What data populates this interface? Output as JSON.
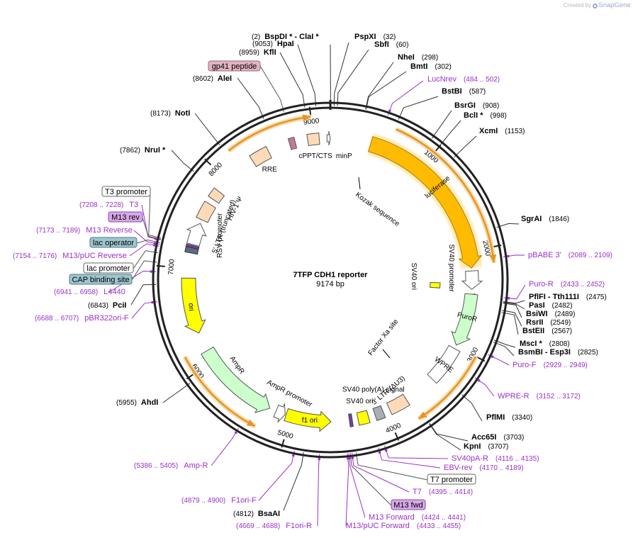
{
  "credit": {
    "prefix": "Created by",
    "brand": "SnapGene"
  },
  "plasmid": {
    "name": "7TFP CDH1 reporter",
    "length": "9174 bp"
  },
  "ticks": [
    "1000",
    "2000",
    "3000",
    "4000",
    "5000",
    "6000",
    "7000",
    "8000",
    "9000"
  ],
  "sites": [
    {
      "pos": "(2)",
      "name": "BspDI * - ClaI *"
    },
    {
      "pos": "(32)",
      "name": "PspXI"
    },
    {
      "pos": "(60)",
      "name": "SbfI"
    },
    {
      "pos": "(298)",
      "name": "NheI"
    },
    {
      "pos": "(302)",
      "name": "BmtI"
    },
    {
      "pos": "(587)",
      "name": "BstBI"
    },
    {
      "pos": "(908)",
      "name": "BsrGI"
    },
    {
      "pos": "(998)",
      "name": "BclI *"
    },
    {
      "pos": "(1153)",
      "name": "XcmI"
    },
    {
      "pos": "(1846)",
      "name": "SgrAI"
    },
    {
      "pos": "(2475)",
      "name": "PflFI - Tth111I"
    },
    {
      "pos": "(2482)",
      "name": "PasI"
    },
    {
      "pos": "(2489)",
      "name": "BsiWI"
    },
    {
      "pos": "(2549)",
      "name": "RsrII"
    },
    {
      "pos": "(2567)",
      "name": "BstEII"
    },
    {
      "pos": "(2808)",
      "name": "MscI *"
    },
    {
      "pos": "(2825)",
      "name": "BsmBI - Esp3I"
    },
    {
      "pos": "(3340)",
      "name": "PflMI"
    },
    {
      "pos": "(3703)",
      "name": "Acc65I"
    },
    {
      "pos": "(3707)",
      "name": "KpnI"
    },
    {
      "pos": "(4812)",
      "name": "BsaAI"
    },
    {
      "pos": "(5955)",
      "name": "AhdI"
    },
    {
      "pos": "(6843)",
      "name": "PciI"
    },
    {
      "pos": "(7862)",
      "name": "NruI *"
    },
    {
      "pos": "(8173)",
      "name": "NotI"
    },
    {
      "pos": "(8602)",
      "name": "AleI"
    },
    {
      "pos": "(8959)",
      "name": "KflI"
    },
    {
      "pos": "(9053)",
      "name": "HpaI"
    }
  ],
  "primers": [
    {
      "name": "LucNrev",
      "range": "(484 .. 502)"
    },
    {
      "name": "pBABE 3'",
      "range": "(2089 .. 2109)"
    },
    {
      "name": "Puro-R",
      "range": "(2433 .. 2452)"
    },
    {
      "name": "Puro-F",
      "range": "(2929 .. 2949)"
    },
    {
      "name": "WPRE-R",
      "range": "(3152 .. 3172)"
    },
    {
      "name": "SV40pA-R",
      "range": "(4116 .. 4135)"
    },
    {
      "name": "EBV-rev",
      "range": "(4170 .. 4189)"
    },
    {
      "name": "T7",
      "range": "(4395 .. 4414)"
    },
    {
      "name": "M13 Forward",
      "range": "(4424 .. 4441)"
    },
    {
      "name": "M13/pUC Forward",
      "range": "(4433 .. 4455)"
    },
    {
      "name": "F1ori-R",
      "range": "(4669 .. 4688)"
    },
    {
      "name": "F1ori-F",
      "range": "(4879 .. 4900)"
    },
    {
      "name": "Amp-R",
      "range": "(5386 .. 5405)"
    },
    {
      "name": "pBR322ori-F",
      "range": "(6688 .. 6707)"
    },
    {
      "name": "L4440",
      "range": "(6941 .. 6958)"
    },
    {
      "name": "M13/pUC Reverse",
      "range": "(7154 .. 7176)"
    },
    {
      "name": "M13 Reverse",
      "range": "(7173 .. 7189)"
    },
    {
      "name": "T3",
      "range": "(7208 .. 7228)"
    }
  ],
  "boxes": {
    "gp41": "gp41 peptide",
    "t3_promoter": "T3 promoter",
    "m13_rev": "M13 rev",
    "lac_operator": "lac operator",
    "lac_promoter": "lac promoter",
    "cap_site": "CAP binding site",
    "t7_promoter": "T7 promoter",
    "m13_fwd": "M13 fwd"
  },
  "features": {
    "rre": "RRE",
    "cppt": "cPPT/CTS",
    "minp": "minP",
    "kozak": "Kozak sequence",
    "luciferase": "luciferase",
    "sv40_promoter": "SV40 promoter",
    "sv40_ori_right": "SV40 ori",
    "puror": "PuroR",
    "factor_xa": "Factor Xa site",
    "wpre": "WPRE",
    "ltr3": "3' LTR (ΔU3)",
    "sv40_polya": "SV40 poly(A) signal",
    "sv40_ori_bottom": "SV40 ori",
    "f1_ori": "f1 ori",
    "ampr_promoter": "AmpR promoter",
    "ampr": "AmpR",
    "ori": "ori",
    "rsv_promoter": "RSV promoter",
    "ltr5": "5' LTR (truncated)",
    "hiv_psi": "HIV-1 Ψ"
  },
  "colors": {
    "backbone": "#222222",
    "orange_arrow": "#e89522",
    "luciferase": "#ffbb00",
    "ori_yellow": "#ffff00",
    "ampr_green": "#ccffcc",
    "rre_peach": "#ffdab9",
    "primer_purple": "#9b30c8",
    "box_blue": "#9fc5cf",
    "box_pink": "#d8a8e8"
  }
}
